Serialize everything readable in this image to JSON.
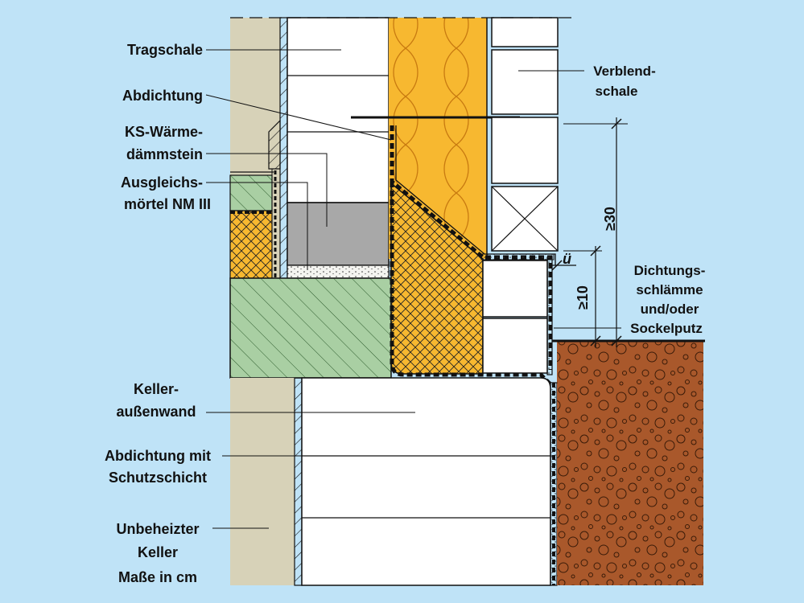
{
  "labels_left": {
    "tragschale": "Tragschale",
    "abdichtung": "Abdichtung",
    "ks_line1": "KS-Wärme-",
    "ks_line2": "dämmstein",
    "ausgleich_line1": "Ausgleichs-",
    "ausgleich_line2": "mörtel NM III",
    "keller_line1": "Keller-",
    "keller_line2": "außenwand",
    "abd_schutz_line1": "Abdichtung mit",
    "abd_schutz_line2": "Schutzschicht",
    "unbeheizt_line1": "Unbeheizter",
    "unbeheizt_line2": "Keller",
    "masse": "Maße in cm"
  },
  "labels_right": {
    "verblend_line1": "Verblend-",
    "verblend_line2": "schale",
    "dicht_line1": "Dichtungs-",
    "dicht_line2": "schlämme",
    "dicht_line3": "und/oder",
    "dicht_line4": "Sockelputz"
  },
  "dimensions": {
    "min_30": "≥30",
    "min_10": "≥10",
    "overhang": "ü"
  },
  "colors": {
    "background": "#bfe3f7",
    "plaster": "#d7d2b8",
    "insulation": "#f7b830",
    "concrete_green": "#a9cfa3",
    "mortar_gray": "#a8a8a8",
    "soil": "#a9582b",
    "outline": "#111111"
  }
}
